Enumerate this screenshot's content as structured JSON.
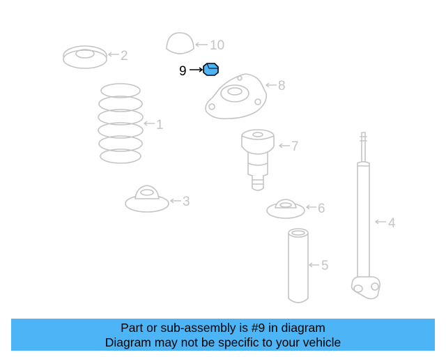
{
  "callouts": {
    "c1": "1",
    "c2": "2",
    "c3": "3",
    "c4": "4",
    "c5": "5",
    "c6": "6",
    "c7": "7",
    "c8": "8",
    "c9": "9",
    "c10": "10"
  },
  "highlight": {
    "part_number": "9",
    "color": "#4db5f5"
  },
  "banner": {
    "line1": "Part or sub-assembly is #9 in diagram",
    "line2": "Diagram may not be specific to your vehicle",
    "color": "#4db5f5"
  }
}
